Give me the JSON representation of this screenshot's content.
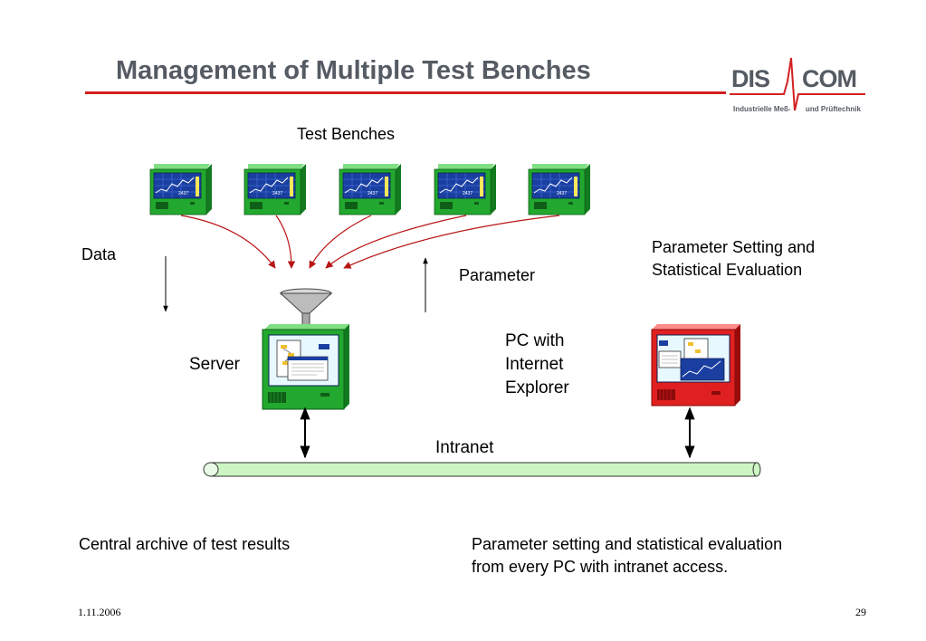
{
  "slide": {
    "title": "Management of Multiple Test Benches",
    "date": "1.11.2006",
    "page_number": "29"
  },
  "logo": {
    "left_text": "DIS",
    "right_text": "COM",
    "tagline_left": "Industrielle Meß-",
    "tagline_right": "und Prüftechnik"
  },
  "diagram": {
    "test_benches_label": "Test Benches",
    "bench_display_value": "2437",
    "data_label": "Data",
    "parameter_label": "Parameter",
    "parameter_setting_label_line1": "Parameter Setting and",
    "parameter_setting_label_line2": "Statistical Evaluation",
    "server_label": "Server",
    "pc_label_line1": "PC with",
    "pc_label_line2": "Internet",
    "pc_label_line3": "Explorer",
    "intranet_label": "Intranet"
  },
  "captions": {
    "left": "Central archive of test results",
    "right_line1": "Parameter setting and statistical evaluation",
    "right_line2": "from every PC with intranet access."
  },
  "colors": {
    "accent_red": "#d42020",
    "title_gray": "#555b63",
    "bench_green": "#22a82e",
    "screen_blue": "#1a3fa0",
    "pc_red": "#e02020",
    "pipe_green": "#ccf5c4"
  }
}
